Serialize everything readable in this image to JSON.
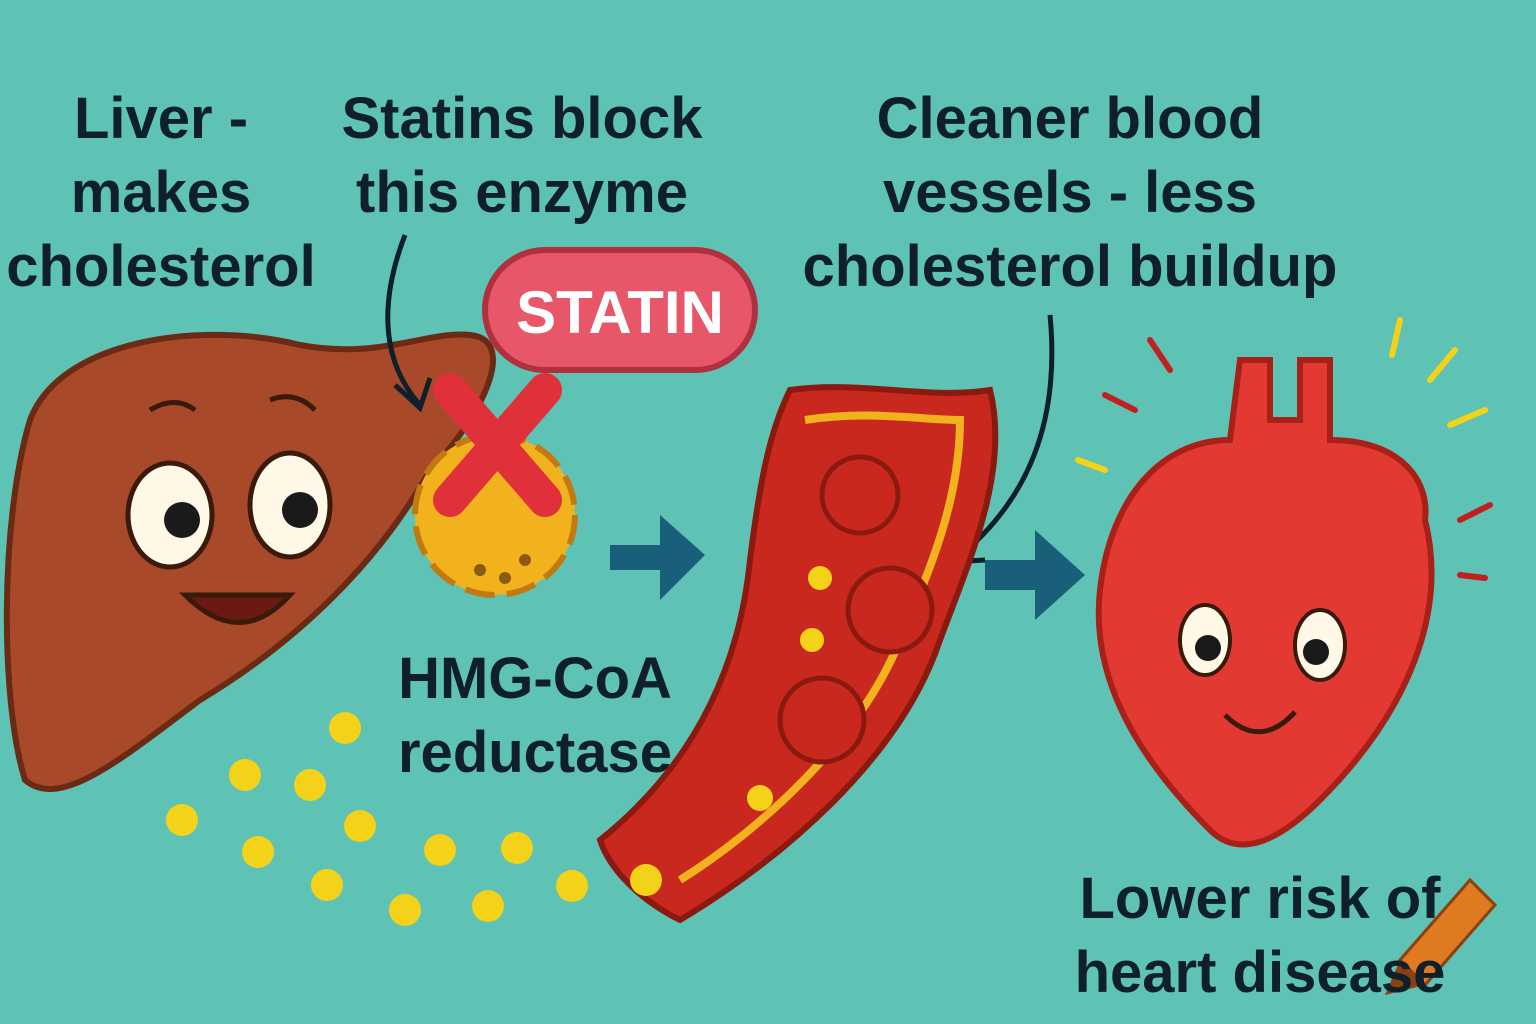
{
  "labels": {
    "liver": "Liver -\nmakes\ncholesterol",
    "statins_block": "Statins block\nthis enzyme",
    "cleaner": "Cleaner blood\nvessels - less\ncholesterol buildup",
    "enzyme": "HMG-CoA\nreductase",
    "lower_risk": "Lower risk of\nheart disease"
  },
  "pill": {
    "label": "STATIN"
  },
  "colors": {
    "background": "#5ec3b5",
    "liver": "#a84a2a",
    "heart": "#e23a32",
    "pill": "#e8566a",
    "gear": "#f2b21e",
    "arrow": "#1a5f7a",
    "cholesterol": "#f5d21a"
  }
}
